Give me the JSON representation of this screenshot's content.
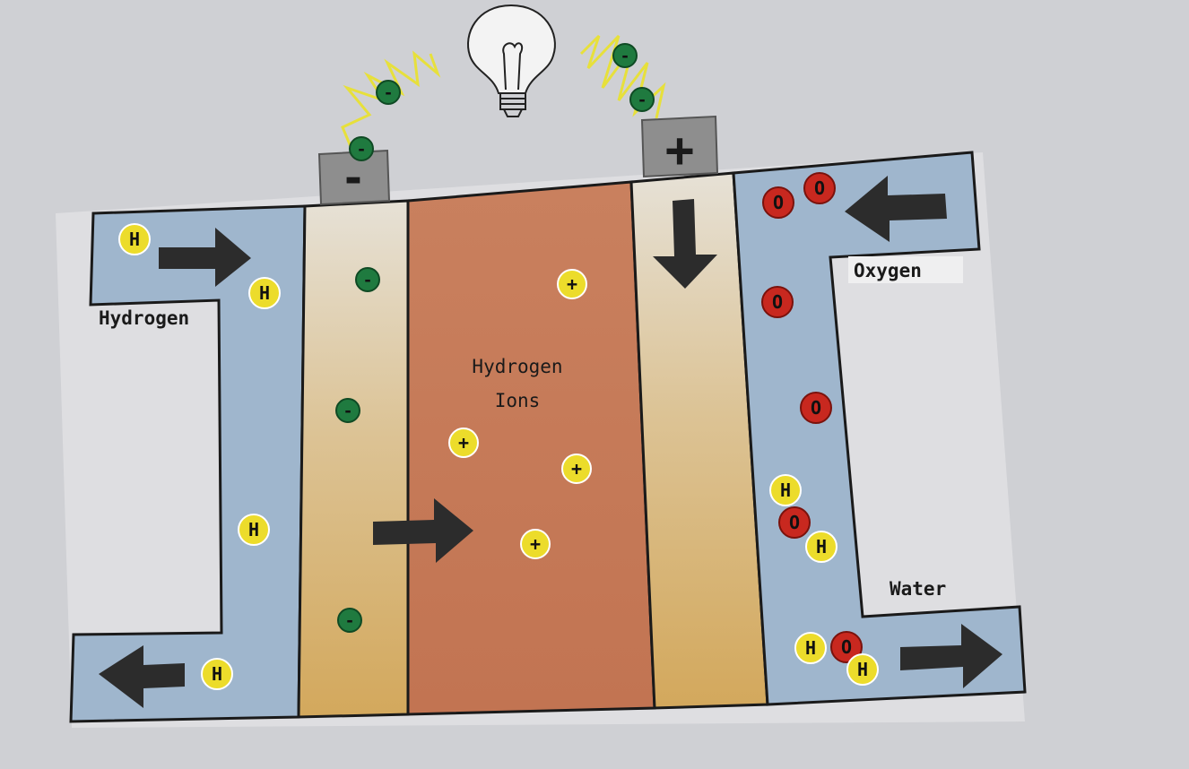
{
  "labels": {
    "hydrogen": "Hydrogen",
    "oxygen": "Oxygen",
    "water": "Water",
    "ions_line1": "Hydrogen",
    "ions_line2": "Ions"
  },
  "terminals": {
    "negative": "-",
    "positive": "+"
  },
  "particles": {
    "hydrogen_atom": "H",
    "oxygen_atom": "O",
    "electron": "-",
    "proton": "+"
  },
  "colors": {
    "background": "#cfd0d4",
    "gas_channel": "#9fb6cd",
    "electrode": "#d8bf86",
    "electrolyte": "#c9805e",
    "hydrogen_atom": "#ecdc2b",
    "oxygen_atom": "#c8281f",
    "electron": "#1f7a3f",
    "wire": "#e7e03b",
    "arrow": "#2c2c2c",
    "terminal": "#8e8e8e"
  }
}
